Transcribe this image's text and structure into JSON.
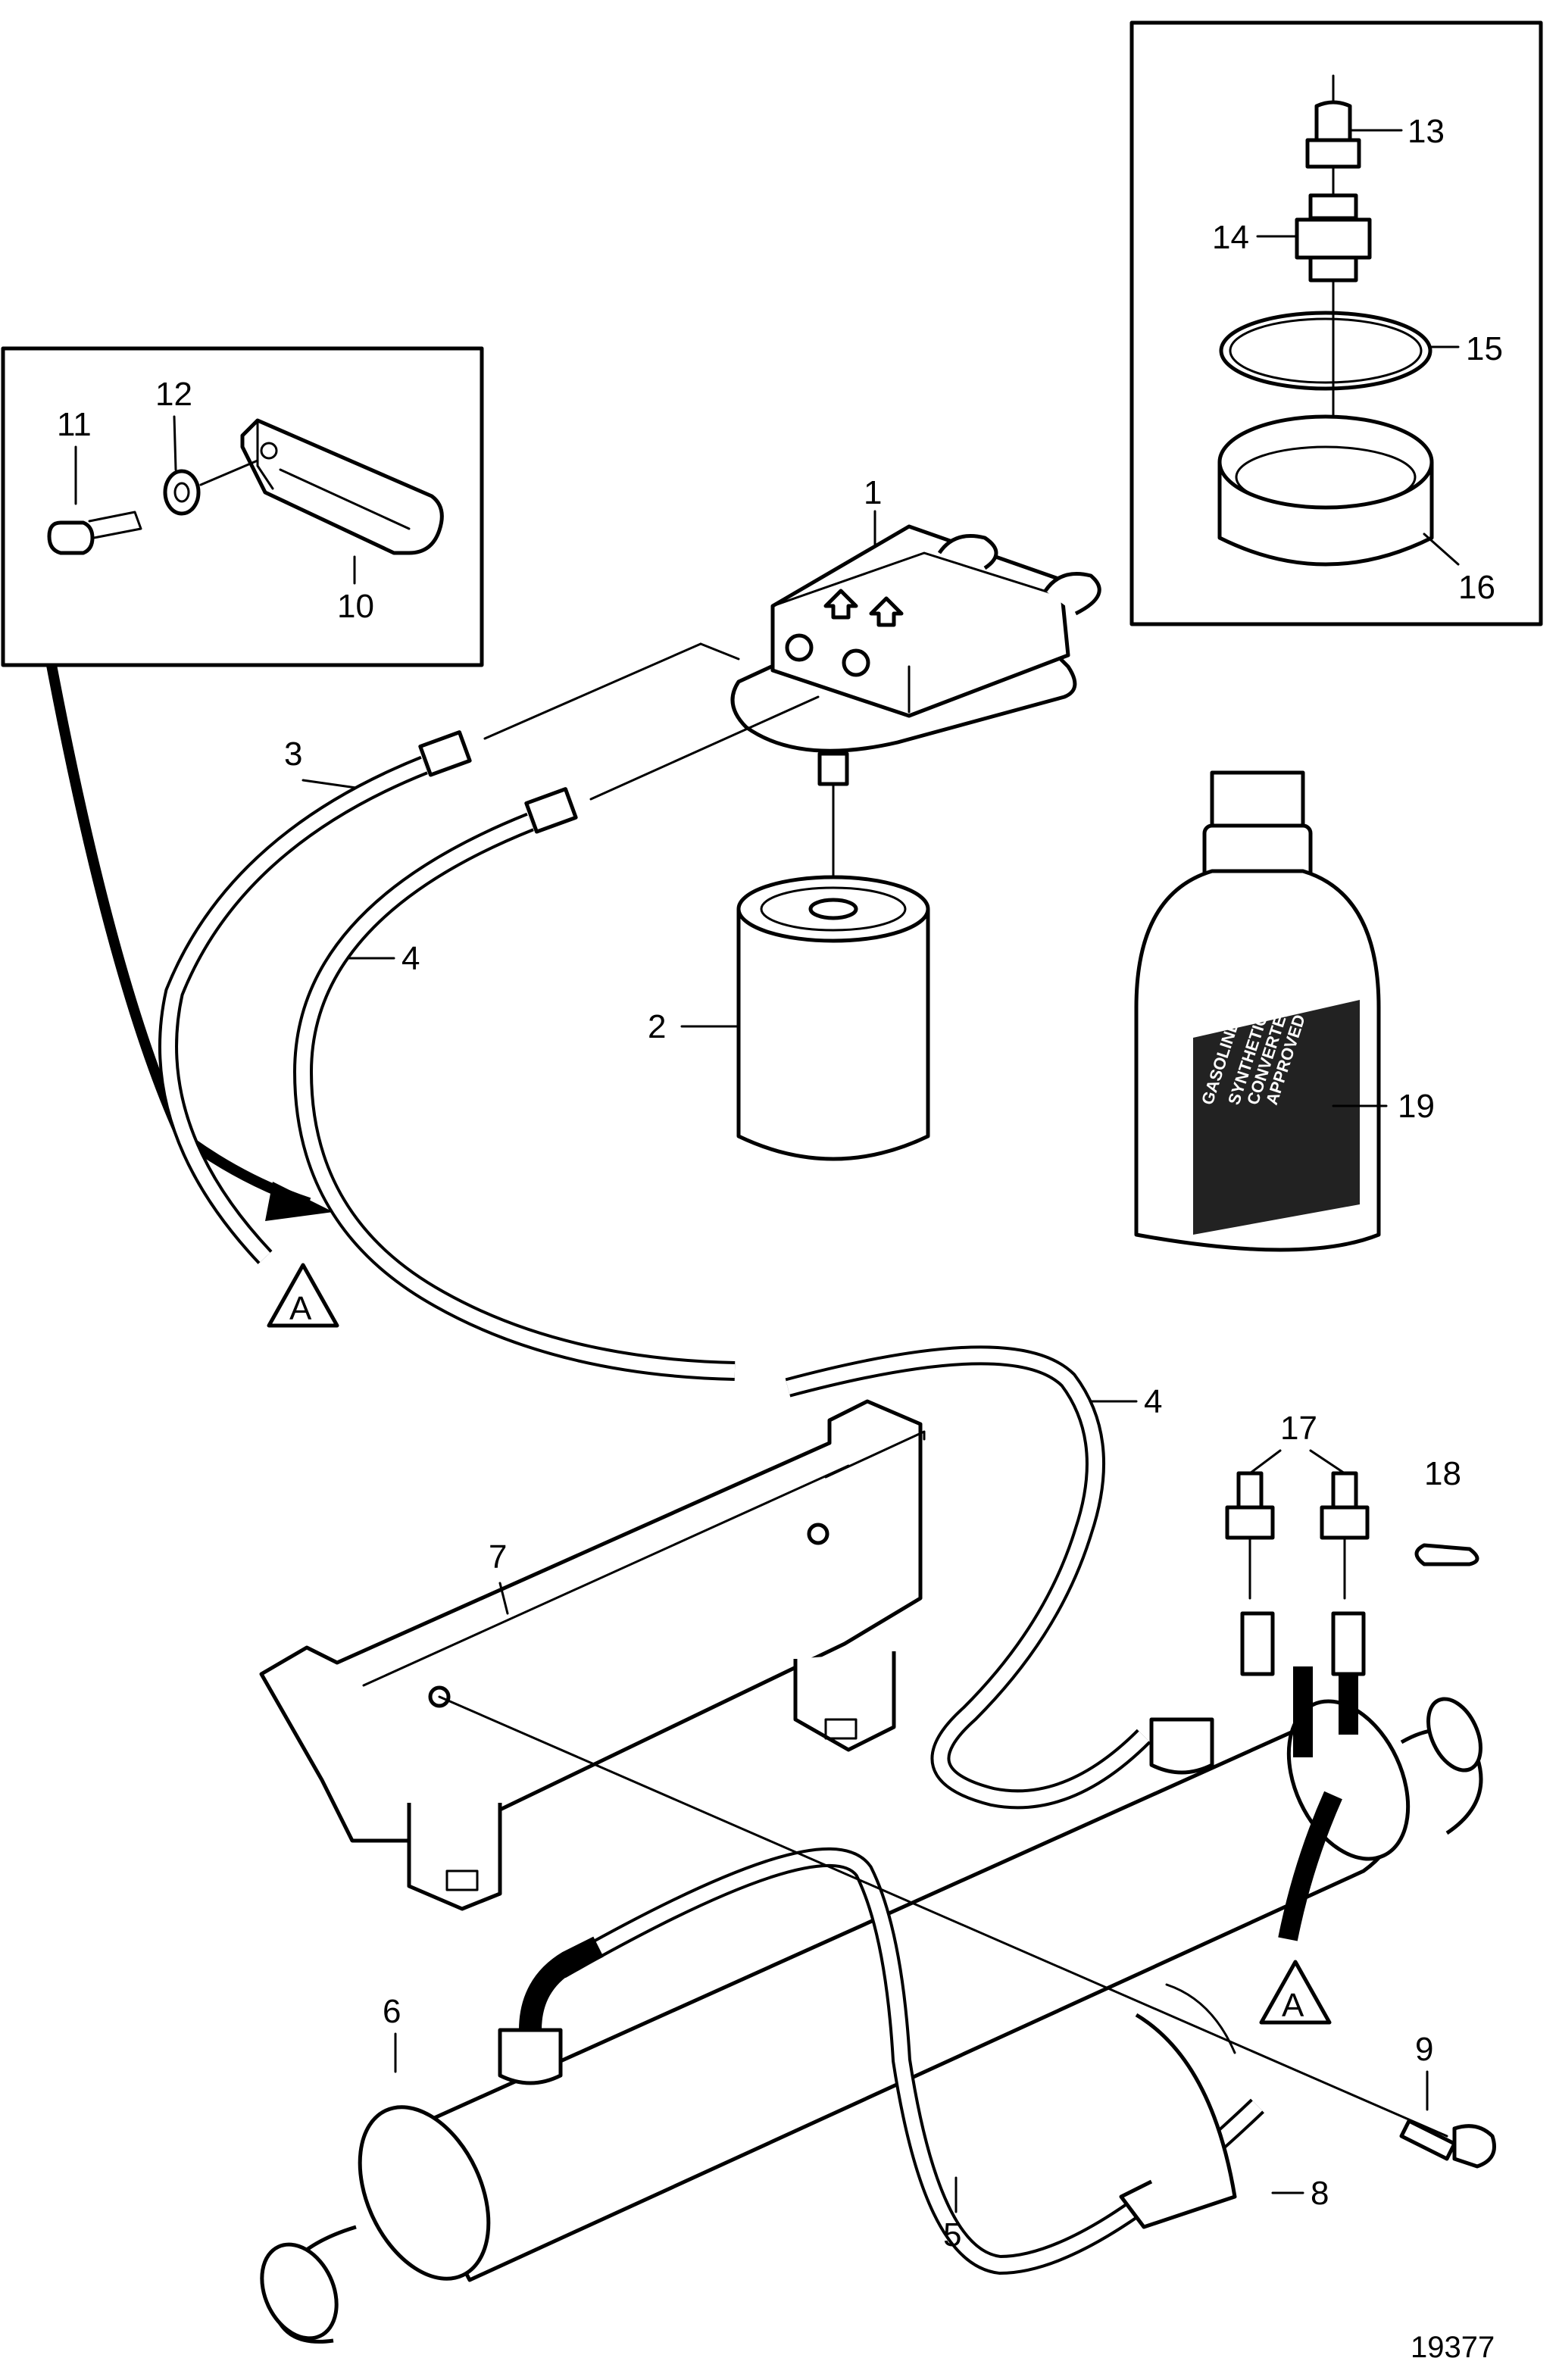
{
  "diagram": {
    "drawing_number": "19377",
    "callouts": [
      "1",
      "2",
      "3",
      "4",
      "4",
      "5",
      "6",
      "7",
      "8",
      "9",
      "10",
      "11",
      "12",
      "13",
      "14",
      "15",
      "16",
      "17",
      "18",
      "19"
    ],
    "detail_markers": [
      "A",
      "A"
    ],
    "bottle_label": {
      "line1": "GASOLINE ENGINE OIL",
      "line2": "SYNTHETIC",
      "line3": "CONVERTER",
      "line4": "APPROVED"
    }
  }
}
